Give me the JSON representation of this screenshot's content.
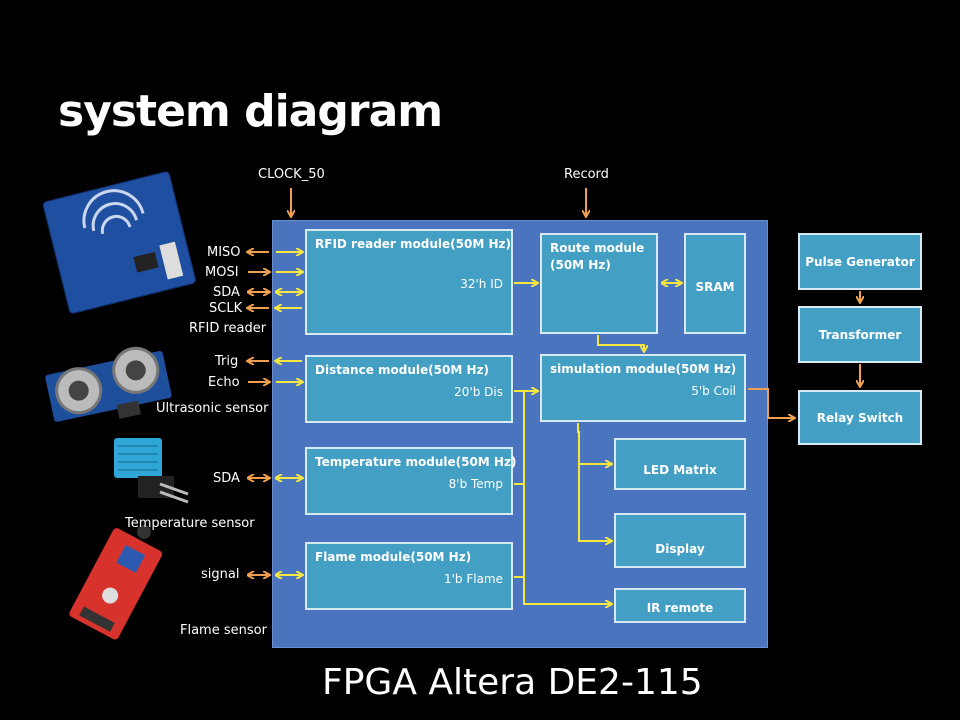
{
  "title": "system diagram",
  "caption": "FPGA Altera DE2-115",
  "top_inputs": {
    "clock": "CLOCK_50",
    "record": "Record"
  },
  "sensors": {
    "rfid": {
      "name": "RFID reader",
      "pins": [
        "MISO",
        "MOSI",
        "SDA",
        "SCLK"
      ]
    },
    "ultrasonic": {
      "name": "Ultrasonic sensor",
      "pins": [
        "Trig",
        "Echo"
      ]
    },
    "temperature": {
      "name": "Temperature sensor",
      "pins": [
        "SDA"
      ]
    },
    "flame": {
      "name": "Flame sensor",
      "pins": [
        "signal"
      ]
    }
  },
  "modules": {
    "rfid": {
      "title": "RFID reader module(50M Hz)",
      "signal": "32'h  ID"
    },
    "distance": {
      "title": "Distance module(50M Hz)",
      "signal": "20'b  Dis"
    },
    "temperature": {
      "title": "Temperature module(50M Hz)",
      "signal": "8'b  Temp"
    },
    "flame": {
      "title": "Flame module(50M Hz)",
      "signal": "1'b  Flame"
    },
    "route": {
      "title_line1": "Route module",
      "title_line2": "(50M Hz)"
    },
    "sram": {
      "title": "SRAM"
    },
    "simulation": {
      "title": "simulation module(50M Hz)",
      "signal": "5'b  Coil"
    },
    "led_matrix": {
      "title": "LED Matrix"
    },
    "display": {
      "title": "Display"
    },
    "ir_remote": {
      "title": "IR remote"
    }
  },
  "external": {
    "pulse_generator": "Pulse Generator",
    "transformer": "Transformer",
    "relay_switch": "Relay Switch"
  },
  "colors": {
    "background": "#000000",
    "fpga": "#4a75be",
    "module": "#43a0c4",
    "orange_arrow": "#f0a050",
    "yellow_arrow": "#f5e640"
  }
}
